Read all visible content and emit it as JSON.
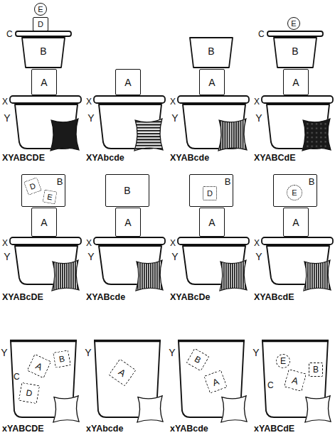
{
  "diagram": {
    "nodes": [
      {
        "text": [
          "E"
        ]
      },
      {
        "text": [
          "D"
        ]
      },
      {
        "text": [
          "B"
        ]
      },
      {
        "text": [
          "A"
        ]
      },
      {
        "text": [
          "Y"
        ]
      },
      {
        "text": [
          "A"
        ]
      },
      {
        "text": [
          "Y"
        ]
      },
      {
        "text": [
          "B"
        ]
      },
      {
        "text": [
          "A"
        ]
      },
      {
        "text": [
          "Y"
        ]
      },
      {
        "text": [
          "E"
        ]
      },
      {
        "text": [
          "B"
        ]
      },
      {
        "text": [
          "A"
        ]
      },
      {
        "text": [
          "Y"
        ]
      },
      {
        "text": [
          "B"
        ]
      },
      {
        "text": [
          "D"
        ],
        "in": 14
      },
      {
        "text": [
          "E"
        ],
        "in": 14
      },
      {
        "text": [
          "A"
        ]
      },
      {
        "text": [
          "Y"
        ]
      },
      {
        "text": [
          "B"
        ]
      },
      {
        "text": [
          "A"
        ]
      },
      {
        "text": [
          "Y"
        ]
      },
      {
        "text": [
          "B"
        ]
      },
      {
        "text": [
          "D"
        ],
        "in": 22
      },
      {
        "text": [
          "A"
        ]
      },
      {
        "text": [
          "Y"
        ]
      },
      {
        "text": [
          "B"
        ]
      },
      {
        "text": [
          "E"
        ],
        "in": 26
      },
      {
        "text": [
          "A"
        ]
      },
      {
        "text": [
          "Y"
        ]
      },
      {
        "text": [
          "Y"
        ]
      },
      {
        "text": [
          "B"
        ],
        "in": 30
      },
      {
        "text": [
          "A"
        ],
        "in": 30
      },
      {
        "text": [
          "D"
        ],
        "in": 30
      },
      {
        "text": [
          "Y"
        ]
      },
      {
        "text": [
          "A"
        ],
        "in": 34
      },
      {
        "text": [
          "Y"
        ]
      },
      {
        "text": [
          "B"
        ],
        "in": 36
      },
      {
        "text": [
          "A"
        ],
        "in": 36
      },
      {
        "text": [
          "Y"
        ]
      },
      {
        "text": [
          "E"
        ],
        "in": 39
      },
      {
        "text": [
          "B"
        ],
        "in": 39
      },
      {
        "text": [
          "A"
        ],
        "in": 39
      }
    ],
    "labels": [
      "C",
      "X",
      "XYABCDE",
      "X",
      "XYAbcde",
      "X",
      "XYABcde",
      "C",
      "X",
      "XYABCdE",
      "X",
      "XYABcDE",
      "X",
      "XYABcde",
      "X",
      "XYABcDe",
      "X",
      "XYABcdE",
      "C",
      "xYABCDE",
      "xYAbcde",
      "xYABcde",
      "C",
      "xYABCdE"
    ]
  }
}
